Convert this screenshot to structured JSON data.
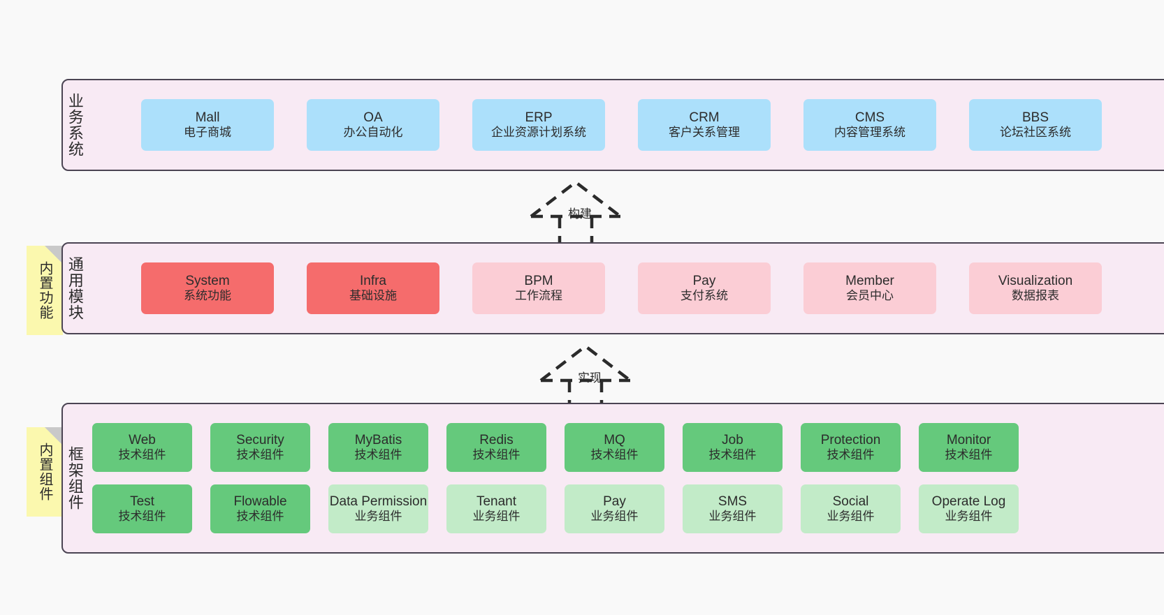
{
  "canvas": {
    "background": "#f9f9f9",
    "panel_fill": "#f8eaf4",
    "panel_border": "#4b4453",
    "sticky_fill": "#fbf8ae"
  },
  "layers": {
    "business": {
      "title": "业务系统",
      "card_color": "#ace0fb",
      "cards": [
        {
          "en": "Mall",
          "cn": "电子商城"
        },
        {
          "en": "OA",
          "cn": "办公自动化"
        },
        {
          "en": "ERP",
          "cn": "企业资源计划系统"
        },
        {
          "en": "CRM",
          "cn": "客户关系管理"
        },
        {
          "en": "CMS",
          "cn": "内容管理系统"
        },
        {
          "en": "BBS",
          "cn": "论坛社区系统"
        }
      ]
    },
    "common": {
      "title": "通用模块",
      "sticky": "内置功能",
      "primary_color": "#f56c6c",
      "secondary_color": "#fbcdd5",
      "cards": [
        {
          "en": "System",
          "cn": "系统功能",
          "tone": "strong"
        },
        {
          "en": "Infra",
          "cn": "基础设施",
          "tone": "strong"
        },
        {
          "en": "BPM",
          "cn": "工作流程",
          "tone": "light"
        },
        {
          "en": "Pay",
          "cn": "支付系统",
          "tone": "light"
        },
        {
          "en": "Member",
          "cn": "会员中心",
          "tone": "light"
        },
        {
          "en": "Visualization",
          "cn": "数据报表",
          "tone": "light"
        }
      ]
    },
    "framework": {
      "title": "框架组件",
      "sticky": "内置组件",
      "primary_color": "#65c97c",
      "secondary_color": "#c2ebc8",
      "row1": [
        {
          "en": "Web",
          "cn": "技术组件",
          "tone": "strong"
        },
        {
          "en": "Security",
          "cn": "技术组件",
          "tone": "strong"
        },
        {
          "en": "MyBatis",
          "cn": "技术组件",
          "tone": "strong"
        },
        {
          "en": "Redis",
          "cn": "技术组件",
          "tone": "strong"
        },
        {
          "en": "MQ",
          "cn": "技术组件",
          "tone": "strong"
        },
        {
          "en": "Job",
          "cn": "技术组件",
          "tone": "strong"
        },
        {
          "en": "Protection",
          "cn": "技术组件",
          "tone": "strong"
        },
        {
          "en": "Monitor",
          "cn": "技术组件",
          "tone": "strong"
        }
      ],
      "row2": [
        {
          "en": "Test",
          "cn": "技术组件",
          "tone": "strong"
        },
        {
          "en": "Flowable",
          "cn": "技术组件",
          "tone": "strong"
        },
        {
          "en": "Data Permission",
          "cn": "业务组件",
          "tone": "light"
        },
        {
          "en": "Tenant",
          "cn": "业务组件",
          "tone": "light"
        },
        {
          "en": "Pay",
          "cn": "业务组件",
          "tone": "light"
        },
        {
          "en": "SMS",
          "cn": "业务组件",
          "tone": "light"
        },
        {
          "en": "Social",
          "cn": "业务组件",
          "tone": "light"
        },
        {
          "en": "Operate Log",
          "cn": "业务组件",
          "tone": "light"
        }
      ]
    }
  },
  "arrows": {
    "build": {
      "label": "构建"
    },
    "implement": {
      "label": "实现"
    }
  }
}
